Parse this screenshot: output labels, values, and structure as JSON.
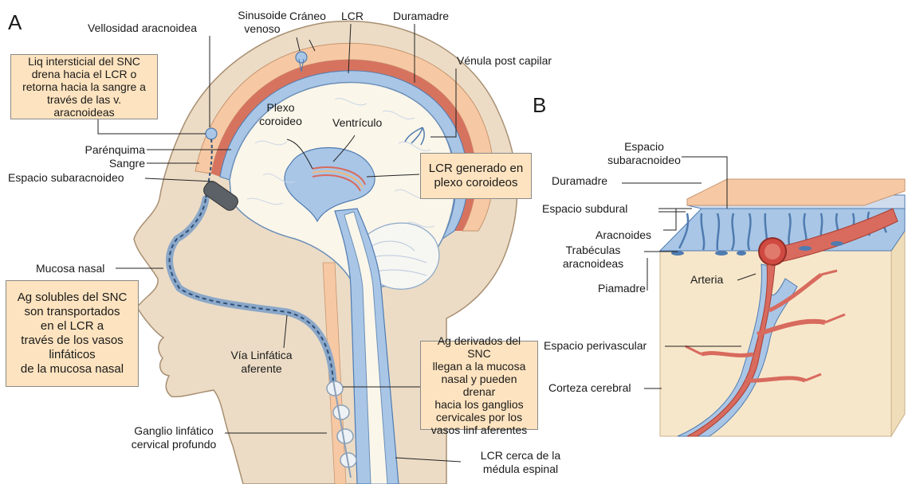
{
  "panel_a": "A",
  "panel_b": "B",
  "labels": {
    "vellosidad": "Vellosidad aracnoidea",
    "sinusoide": "Sinusoide\nvenoso",
    "craneo": "Cráneo",
    "lcr": "LCR",
    "duramadre_a": "Duramadre",
    "venula": "Vénula post capilar",
    "plexo": "Plexo\ncoroideo",
    "ventriculo": "Ventrículo",
    "parenquima": "Parénquima",
    "sangre": "Sangre",
    "espacio_sub_a": "Espacio subaracnoideo",
    "mucosa": "Mucosa nasal",
    "via": "Vía Linfática\naferente",
    "ganglio": "Ganglio linfático\ncervical profundo",
    "lcr_medula": "LCR cerca de la\nmédula espinal",
    "espacio_sub_b": "Espacio\nsubaracnoideo",
    "duramadre_b": "Duramadre",
    "subdural": "Espacio subdural",
    "aracnoides": "Aracnoides",
    "trabeculas": "Trabéculas\naracnoideas",
    "piamadre": "Piamadre",
    "arteria": "Arteria",
    "perivascular": "Espacio perivascular",
    "corteza": "Corteza cerebral"
  },
  "boxes": {
    "liq": "Liq intersticial del SNC\ndrena hacia el LCR o\nretorna hacia la sangre a\ntravés de las v. aracnoideas",
    "lcr_gen": "LCR generado en\nplexo coroideos",
    "ag_solubles": "Ag solubles del SNC\nson transportados\nen el LCR a\ntravés de los vasos\nlinfáticos\nde la mucosa nasal",
    "ag_derivados": "Ag derivados del SNC\nllegan a la mucosa\nnasal y pueden drenar\nhacia los ganglios\ncervicales por los\nvasos linf aferentes"
  },
  "colors": {
    "skin": "#ecdcc6",
    "skull": "#f6c9a4",
    "csf": "#a9c6e6",
    "csf_dark": "#4f7bb0",
    "brain": "#fbf6ea",
    "vessel": "#d86a5e",
    "box": "#fde3bf"
  }
}
